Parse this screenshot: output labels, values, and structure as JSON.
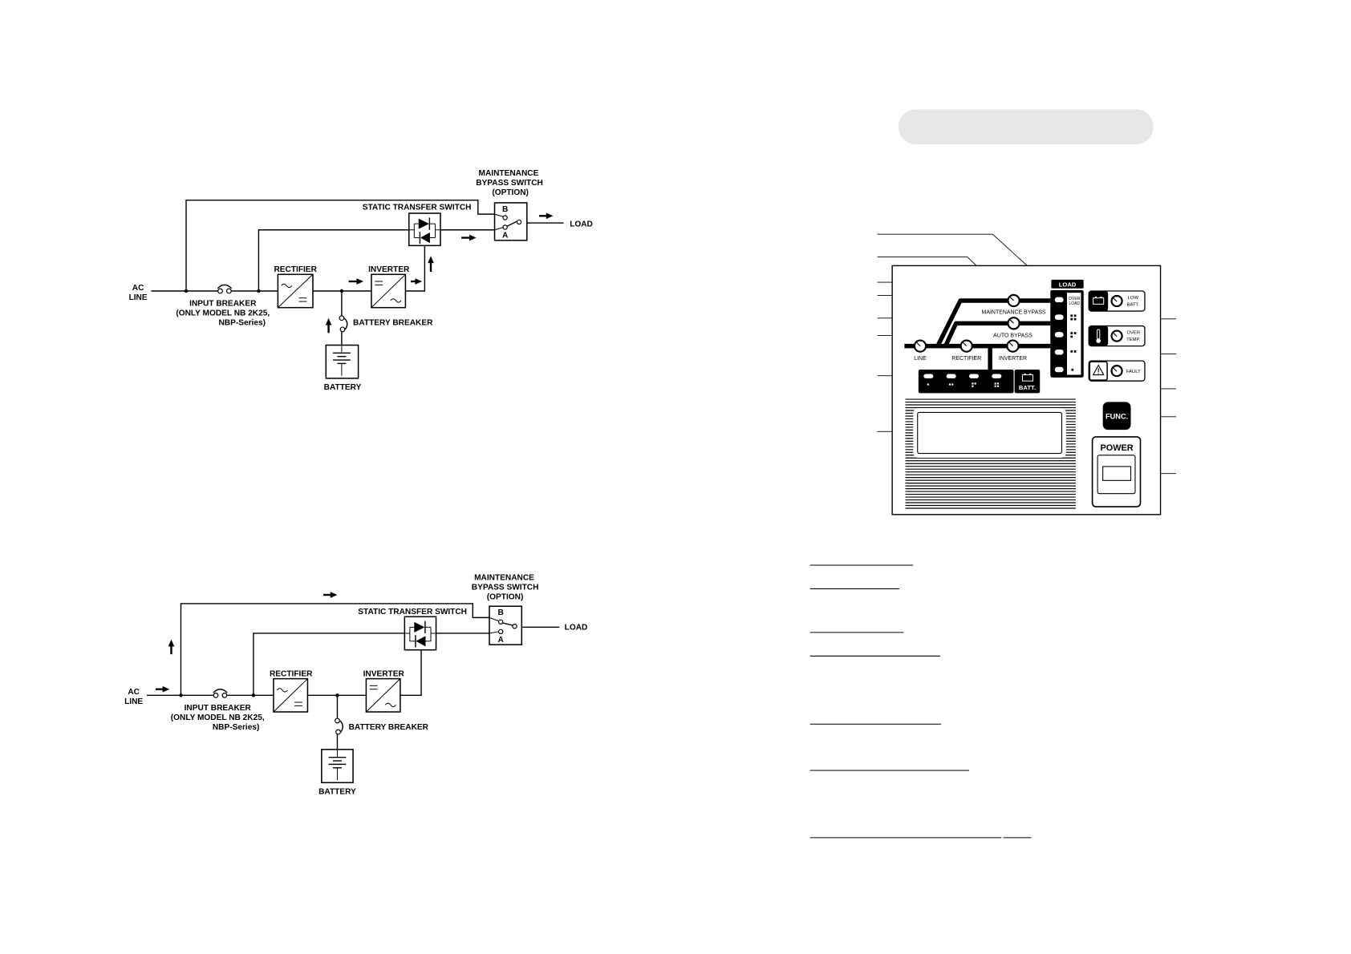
{
  "diagrams": [
    {
      "maintenance_bypass_switch": [
        "MAINTENANCE",
        "BYPASS SWITCH",
        "(OPTION)"
      ],
      "static_transfer_switch": "STATIC TRANSFER SWITCH",
      "switch_b": "B",
      "switch_a": "A",
      "load": "LOAD",
      "ac_line": [
        "AC",
        "LINE"
      ],
      "rectifier": "RECTIFIER",
      "inverter": "INVERTER",
      "input_breaker": [
        "INPUT BREAKER",
        "(ONLY MODEL NB 2K25,",
        "NBP-Series)"
      ],
      "battery_breaker": "BATTERY BREAKER",
      "battery": "BATTERY"
    },
    {
      "maintenance_bypass_switch": [
        "MAINTENANCE",
        "BYPASS SWITCH",
        "(OPTION)"
      ],
      "static_transfer_switch": "STATIC TRANSFER SWITCH",
      "switch_b": "B",
      "switch_a": "A",
      "load": "LOAD",
      "ac_line": [
        "AC",
        "LINE"
      ],
      "rectifier": "RECTIFIER",
      "inverter": "INVERTER",
      "input_breaker": [
        "INPUT BREAKER",
        "(ONLY MODEL NB 2K25,",
        "NBP-Series)"
      ],
      "battery_breaker": "BATTERY BREAKER",
      "battery": "BATTERY"
    }
  ],
  "front_panel": {
    "load": "LOAD",
    "over_load": [
      "OVER",
      "LOAD"
    ],
    "maintenance_bypass": "MAINTENANCE BYPASS",
    "auto_bypass": "AUTO BYPASS",
    "line": "LINE",
    "rectifier": "RECTIFIER",
    "inverter": "INVERTER",
    "batt": "BATT.",
    "low_batt": [
      "LOW",
      "BATT."
    ],
    "over_temp": [
      "OVER",
      "TEMP."
    ],
    "fault": "FAULT",
    "func": "FUNC.",
    "power": "POWER"
  }
}
